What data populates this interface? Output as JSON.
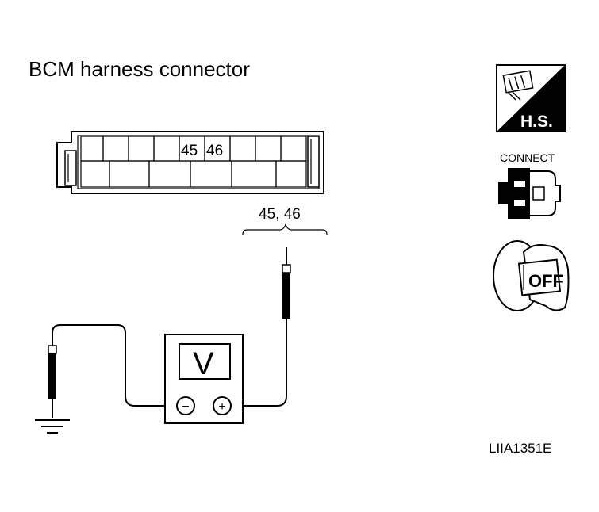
{
  "title": "BCM harness connector",
  "connector": {
    "pin_a": "45",
    "pin_b": "46",
    "probe_label": "45, 46"
  },
  "meter": {
    "display": "V",
    "minus": "−",
    "plus": "+"
  },
  "icons": {
    "hs_label": "H.S.",
    "connect_label": "CONNECT",
    "ignition_label": "OFF",
    "hs_icon": "harness-side-icon",
    "connect_icon": "connect-icon",
    "ignition_icon": "ignition-off-icon"
  },
  "figure_code": "LIIA1351E"
}
